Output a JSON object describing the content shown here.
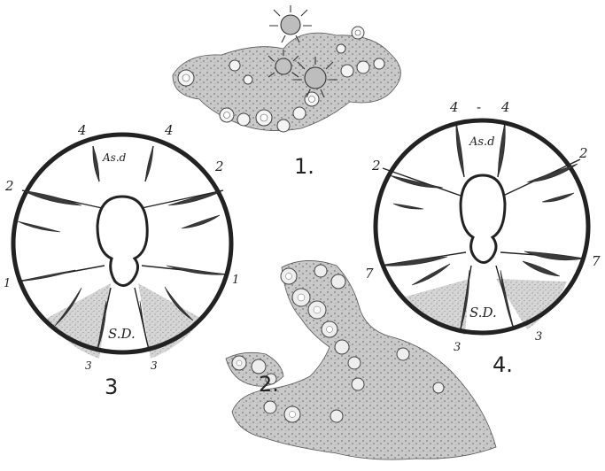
{
  "figures": {
    "fig1": {
      "number": "1."
    },
    "fig2": {
      "number": "2."
    },
    "fig3": {
      "number": "3",
      "labels": {
        "top_left": "4",
        "top_right": "4",
        "upper_left": "2",
        "upper_right": "2",
        "lower_left": "1",
        "lower_right": "1",
        "bottom_left": "3",
        "bottom_right": "3",
        "asd": "As.d",
        "sd": "S.D."
      }
    },
    "fig4": {
      "number": "4.",
      "labels": {
        "top_left": "4",
        "top_mid": "-",
        "top_right": "4",
        "upper_left": "2",
        "upper_right": "2",
        "lower_left": "7",
        "lower_right": "7",
        "bottom_left": "3",
        "bottom_right": "3",
        "asd": "As.d",
        "sd": "S.D."
      }
    }
  }
}
